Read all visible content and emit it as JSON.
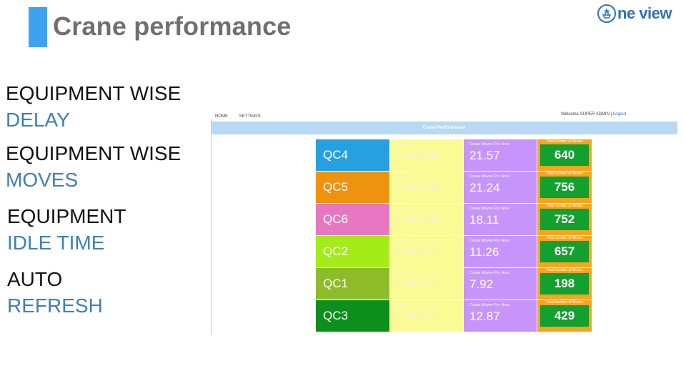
{
  "slide": {
    "title": "Crane performance",
    "bullets": [
      {
        "main": "EQUIPMENT WISE",
        "sub": "DELAY"
      },
      {
        "main": "EQUIPMENT WISE",
        "sub": "MOVES"
      },
      {
        "main": "EQUIPMENT",
        "sub": "IDLE TIME"
      },
      {
        "main": "AUTO",
        "sub": "REFRESH"
      }
    ],
    "logo_text": "ne view"
  },
  "app": {
    "nav": {
      "home": "HOME",
      "settings": "SETTINGS"
    },
    "welcome": "Welcome SUPER ADMIN |",
    "logout": "Logout",
    "page_title": "Crane Performance",
    "cranes": [
      {
        "name": "QC4",
        "color": "#26a0e0",
        "idle_label": "Idle Time",
        "idle": "1745.36",
        "cmph_label": "Crane Moves Per Hour",
        "cmph": "21.57",
        "total_label": "Total Number of Moves",
        "total": "640"
      },
      {
        "name": "QC5",
        "color": "#ef930e",
        "idle_label": "Idle Time",
        "idle": "1745.36",
        "cmph_label": "Crane Moves Per Hour",
        "cmph": "21.24",
        "total_label": "Total Number of Moves",
        "total": "756"
      },
      {
        "name": "QC6",
        "color": "#e877c2",
        "idle_label": "Idle Time",
        "idle": "1745.36",
        "cmph_label": "Crane Moves Per Hour",
        "cmph": "18.11",
        "total_label": "Total Number of Moves",
        "total": "752"
      },
      {
        "name": "QC2",
        "color": "#a3ec19",
        "idle_label": "Idle Time",
        "idle": "1745.11",
        "cmph_label": "Crane Moves Per Hour",
        "cmph": "11.26",
        "total_label": "Total Number of Moves",
        "total": "657"
      },
      {
        "name": "QC1",
        "color": "#8cbc2a",
        "idle_label": "Idle Time",
        "idle": "1745.11",
        "cmph_label": "Crane Moves Per Hour",
        "cmph": "7.92",
        "total_label": "Total Number of Moves",
        "total": "198"
      },
      {
        "name": "QC3",
        "color": "#0d8f1c",
        "idle_label": "Idle Time",
        "idle": "1743.11",
        "cmph_label": "Crane Moves Per Hour",
        "cmph": "12.87",
        "total_label": "Total Number of Moves",
        "total": "429"
      }
    ]
  }
}
